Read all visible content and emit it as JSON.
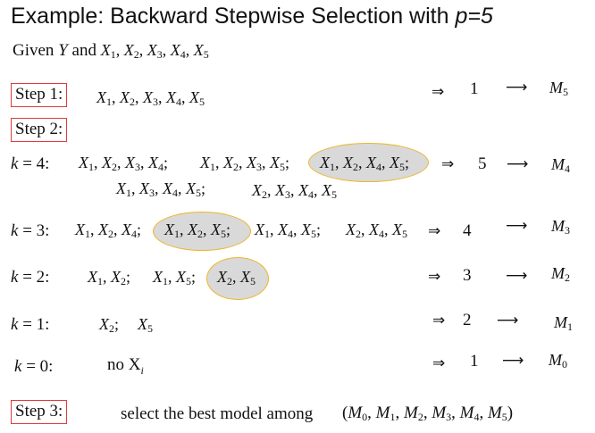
{
  "title": {
    "prefix": "Example: Backward Stepwise Selection with ",
    "p_label": "p=5"
  },
  "given": {
    "text_given": "Given",
    "y": "Y",
    "and": "and",
    "x_list": [
      "X",
      "1",
      "X",
      "2",
      "X",
      "3",
      "X",
      "4",
      "X",
      "5"
    ]
  },
  "step1": {
    "label": "Step 1:",
    "set": "X1, X2, X3, X4, X5",
    "count": "1",
    "model": "M5"
  },
  "step2": {
    "label": "Step 2:"
  },
  "k4": {
    "label": "k = 4:",
    "sets_line1": [
      "X1, X2, X3, X4;",
      "X1, X2, X3, X5;",
      "X1, X2, X4, X5;"
    ],
    "sets_line2": [
      "X1, X3, X4, X5;",
      "X2, X3, X4, X5"
    ],
    "count": "5",
    "model": "M4"
  },
  "k3": {
    "label": "k = 3:",
    "sets": [
      "X1, X2, X4;",
      "X1, X2, X5;",
      "X1, X4, X5;",
      "X2, X4, X5"
    ],
    "count": "4",
    "model": "M3"
  },
  "k2": {
    "label": "k = 2:",
    "sets": [
      "X1, X2;",
      "X1, X5;",
      "X2, X5"
    ],
    "count": "3",
    "model": "M2"
  },
  "k1": {
    "label": "k = 1:",
    "sets": [
      "X2;",
      "X5"
    ],
    "count": "2",
    "model": "M1"
  },
  "k0": {
    "label": "k = 0:",
    "set_text": "no X",
    "set_sub": "i",
    "count": "1",
    "model": "M0"
  },
  "step3": {
    "label": "Step 3:",
    "text": "select the best model among",
    "models": "(M0, M1, M2, M3, M4, M5)"
  },
  "symbols": {
    "implies": "⇒",
    "long_arrow": "⟶"
  },
  "colors": {
    "box_border": "#e03a3a",
    "highlight_fill": "#d9d9d9",
    "highlight_border": "#f0b429"
  }
}
